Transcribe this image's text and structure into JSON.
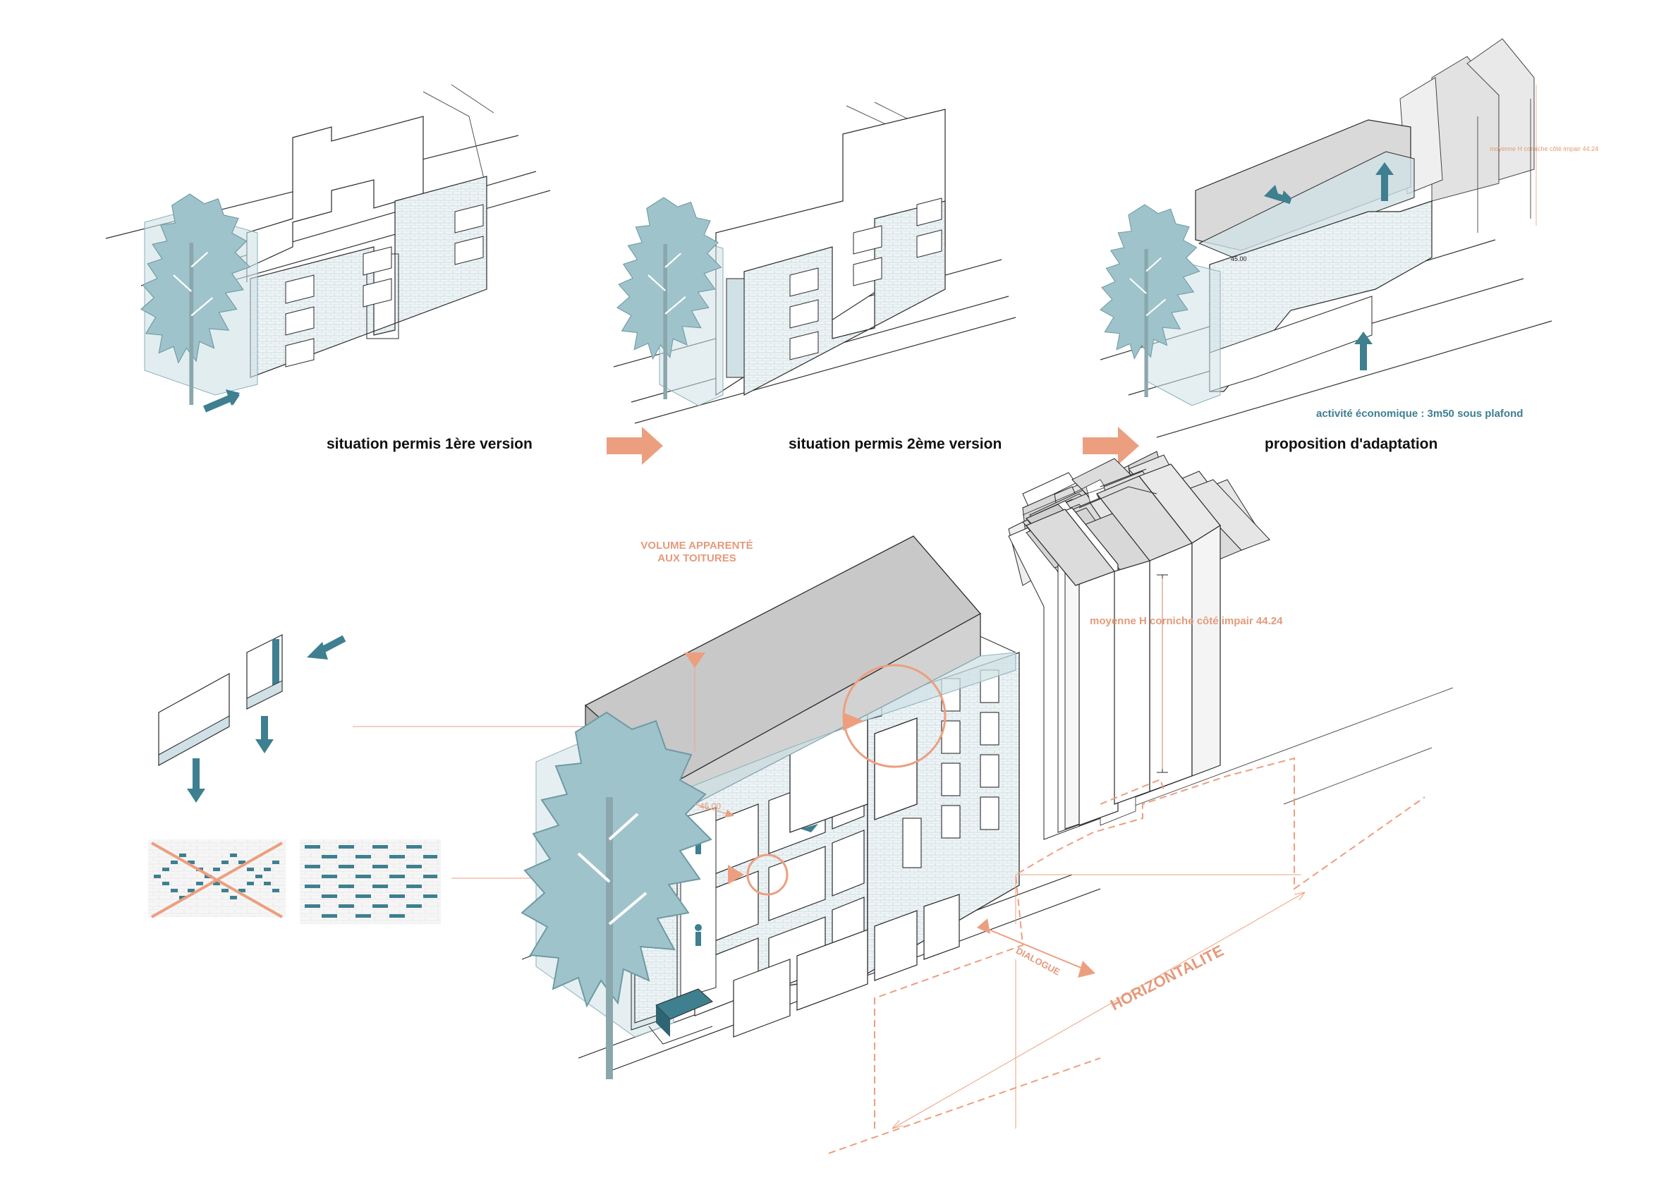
{
  "captions": {
    "v1": "situation permis 1ère version",
    "v2": "situation permis 2ème  version",
    "v3": "proposition d'adaptation"
  },
  "annotations": {
    "activite": "activité économique : 3m50 sous plafond",
    "corniche_small": "moyenne H corniche côté impair 44.24",
    "corniche_main": "moyenne H corniche côté impair 44.24",
    "volume_line1": "VOLUME APPARENTÉ",
    "volume_line2": "AUX TOITURES",
    "level_small": "45.00",
    "level_main": "45.00",
    "dialogue": "DIALOGUE",
    "horizontalite": "HORIZONTALITE"
  },
  "colors": {
    "teal": "#3e7f90",
    "tree": "#9fc3cb",
    "tint": "#cfe1e6",
    "salmon": "#ec9f7f",
    "roof_grey": "#c8c8c8",
    "line": "#2a2a2a"
  },
  "icons": [
    "tree-icon",
    "arrow-right-icon",
    "arrow-up-icon",
    "arrow-down-icon",
    "person-icon",
    "cross-icon"
  ]
}
